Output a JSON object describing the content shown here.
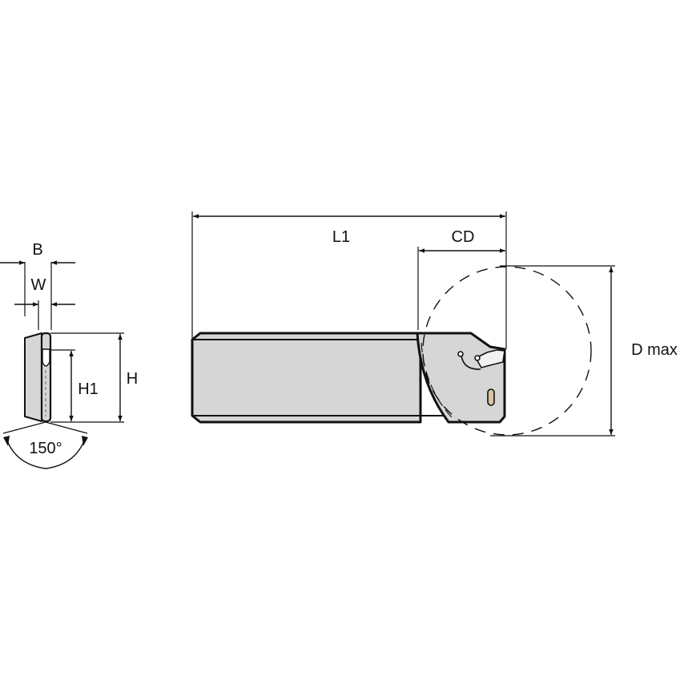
{
  "diagram": {
    "subject": "Parting/grooving tool holder dimension drawing",
    "colors": {
      "line": "#111111",
      "body_fill": "#d6d6d6",
      "insert_fill": "#f2f2f2",
      "screw_fill": "#d8c4a0",
      "background": "#ffffff"
    },
    "front_view": {
      "labels": {
        "b": "B",
        "w": "W",
        "h1": "H1",
        "h": "H",
        "angle": "150°"
      }
    },
    "side_view": {
      "labels": {
        "l1": "L1",
        "cd": "CD",
        "d_max": "D max"
      }
    }
  }
}
